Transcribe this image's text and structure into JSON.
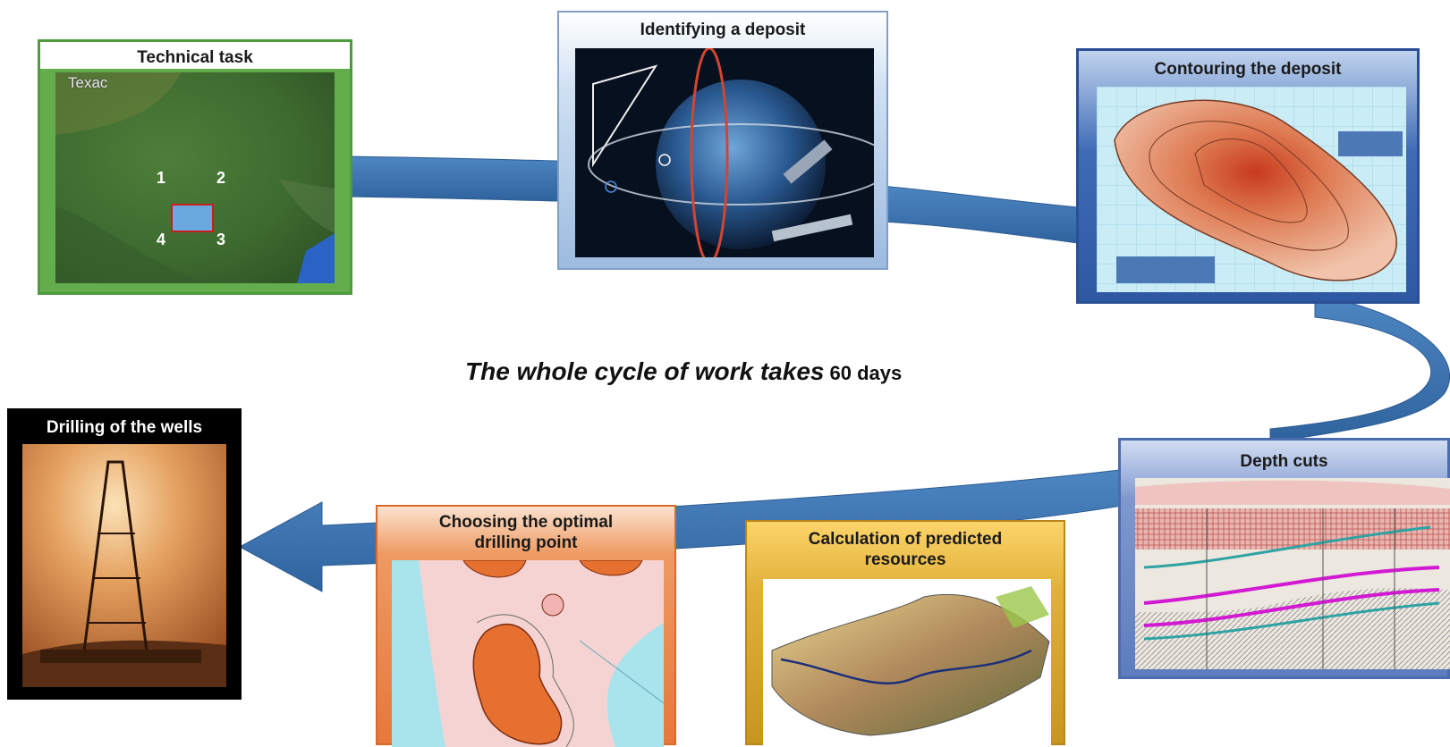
{
  "steps": {
    "technical_task": {
      "title": "Technical task",
      "map_label": "Texac",
      "corners": [
        "1",
        "2",
        "3",
        "4"
      ]
    },
    "identifying": {
      "title": "Identifying a deposit"
    },
    "contouring": {
      "title": "Contouring the deposit"
    },
    "depth_cuts": {
      "title": "Depth cuts"
    },
    "calculation": {
      "title_line1": "Calculation of predicted",
      "title_line2": "resources"
    },
    "choosing": {
      "title_line1": "Choosing the optimal",
      "title_line2": "drilling point"
    },
    "drilling": {
      "title": "Drilling of the wells"
    }
  },
  "caption": {
    "text": "The whole cycle of work takes",
    "days": "60 days"
  },
  "colors": {
    "arrow_blue": "#3f78b4",
    "task_green": "#5aa845",
    "ident_blue": "#8fb0d8",
    "contour_blue": "#3a63b0",
    "depth_blue": "#6f8cc8",
    "calc_gold": "#e3b43a",
    "choose_orange": "#e98a4a",
    "drill_black": "#000000"
  }
}
